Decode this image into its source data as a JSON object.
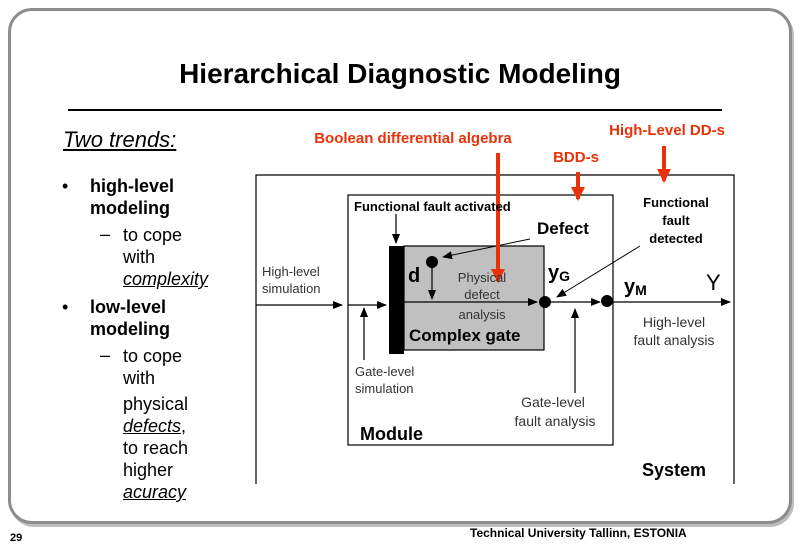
{
  "slide": {
    "title": "Hierarchical Diagnostic Modeling",
    "page_number": "29",
    "footer": "Technical University Tallinn, ESTONIA"
  },
  "left": {
    "trends_label": "Two trends:",
    "bullet_1": [
      "high-level",
      "modeling"
    ],
    "sub_1": [
      "to cope",
      "with",
      "complexity"
    ],
    "bullet_2": [
      "low-level",
      "modeling"
    ],
    "sub_2": [
      "to cope",
      "with",
      "physical",
      "defects",
      ",",
      "to reach",
      "higher",
      "acuracy"
    ]
  },
  "diagram": {
    "boolean_label": "Boolean differential algebra",
    "highlevel_dds_label": "High-Level DD-s",
    "bdds_label": "BDD-s",
    "functional_fault_activated": "Functional fault activated",
    "defect_label": "Defect",
    "functional_fault_detected": [
      "Functional",
      "fault",
      "detected"
    ],
    "d_label": "d",
    "physical_defect_analysis": [
      "Physical",
      "defect",
      "analysis"
    ],
    "yg_main": "y",
    "yg_sub": "G",
    "ym_main": "y",
    "ym_sub": "M",
    "Y_label": "Y",
    "high_level_simulation": [
      "High-level",
      "simulation"
    ],
    "complex_gate_label": "Complex gate",
    "high_level_fault_analysis": [
      "High-level",
      "fault analysis"
    ],
    "gate_level_simulation": [
      "Gate-level",
      "simulation"
    ],
    "gate_level_fault_analysis": [
      "Gate-level",
      "fault analysis"
    ],
    "module_label": "Module",
    "system_label": "System",
    "accent_color": "#e8320a",
    "gate_fill": "#c0c0c0"
  }
}
